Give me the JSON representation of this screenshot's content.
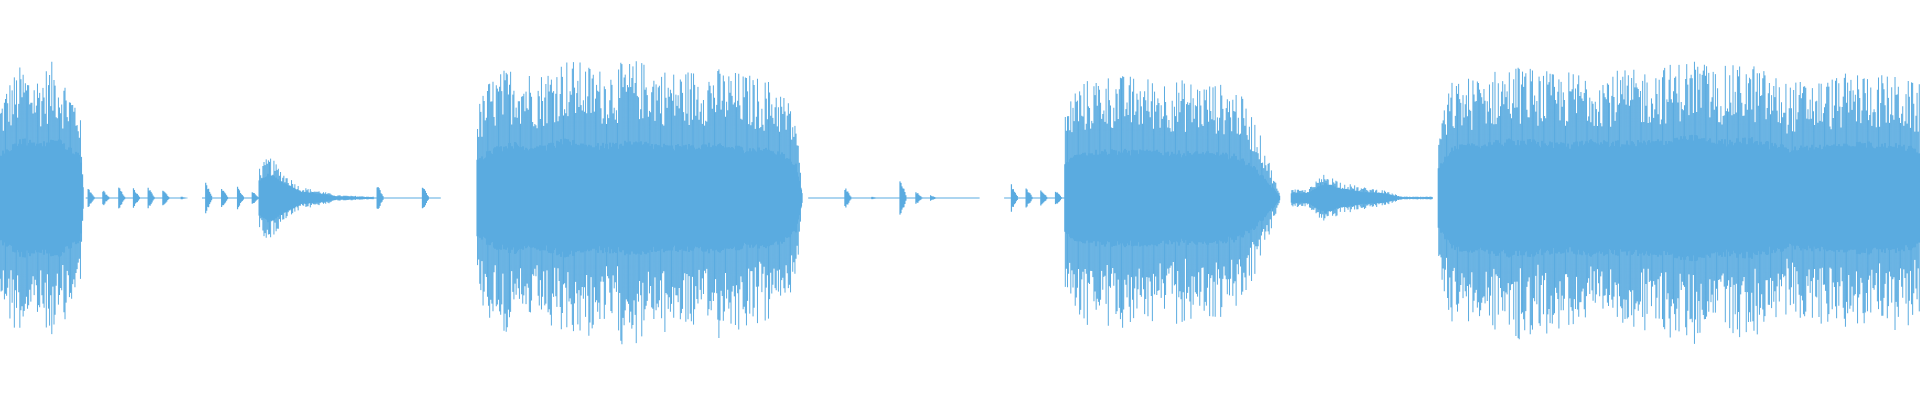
{
  "waveform": {
    "color": "#5aabe0",
    "background": "#ffffff",
    "amplitude_range": [
      -1,
      1
    ],
    "duration_units": 1568,
    "segments": [
      {
        "name": "burst-1",
        "start": 0,
        "end": 68,
        "env": [
          [
            0,
            0.7
          ],
          [
            6,
            0.82
          ],
          [
            18,
            0.95
          ],
          [
            30,
            0.88
          ],
          [
            45,
            0.98
          ],
          [
            58,
            0.78
          ],
          [
            65,
            0.7
          ],
          [
            68,
            0.08
          ]
        ],
        "core": 0.45
      },
      {
        "name": "clicks-1",
        "start": 70,
        "end": 150,
        "ticks": [
          [
            72,
            0.07
          ],
          [
            84,
            0.06
          ],
          [
            97,
            0.08
          ],
          [
            109,
            0.07
          ],
          [
            121,
            0.08
          ],
          [
            133,
            0.07
          ],
          [
            148,
            0.01
          ]
        ]
      },
      {
        "name": "clicks-2",
        "start": 165,
        "end": 232,
        "ticks": [
          [
            168,
            0.12
          ],
          [
            181,
            0.08
          ],
          [
            194,
            0.08
          ],
          [
            206,
            0.05
          ],
          [
            218,
            0.09
          ]
        ]
      },
      {
        "name": "blip-1",
        "start": 212,
        "end": 305,
        "env": [
          [
            212,
            0.22
          ],
          [
            220,
            0.3
          ],
          [
            230,
            0.2
          ],
          [
            245,
            0.08
          ],
          [
            262,
            0.05
          ],
          [
            275,
            0.02
          ],
          [
            305,
            0.01
          ]
        ],
        "core": 0.6
      },
      {
        "name": "clicks-3",
        "start": 305,
        "end": 360,
        "ticks": [
          [
            308,
            0.1
          ],
          [
            345,
            0.1
          ]
        ]
      },
      {
        "name": "burst-2",
        "start": 390,
        "end": 655,
        "env": [
          [
            390,
            0.65
          ],
          [
            400,
            0.85
          ],
          [
            420,
            0.95
          ],
          [
            440,
            0.88
          ],
          [
            460,
            1.0
          ],
          [
            490,
            0.92
          ],
          [
            520,
            0.98
          ],
          [
            550,
            0.9
          ],
          [
            580,
            0.93
          ],
          [
            610,
            0.88
          ],
          [
            635,
            0.82
          ],
          [
            650,
            0.6
          ],
          [
            655,
            0.05
          ]
        ],
        "core": 0.42
      },
      {
        "name": "clicks-4",
        "start": 660,
        "end": 800,
        "ticks": [
          [
            690,
            0.08
          ],
          [
            712,
            0.01
          ],
          [
            735,
            0.16
          ],
          [
            748,
            0.05
          ],
          [
            760,
            0.02
          ]
        ]
      },
      {
        "name": "clicks-5",
        "start": 820,
        "end": 870,
        "ticks": [
          [
            826,
            0.1
          ],
          [
            838,
            0.08
          ],
          [
            850,
            0.07
          ],
          [
            862,
            0.06
          ]
        ]
      },
      {
        "name": "burst-3",
        "start": 870,
        "end": 1045,
        "env": [
          [
            870,
            0.62
          ],
          [
            878,
            0.8
          ],
          [
            900,
            0.88
          ],
          [
            930,
            0.86
          ],
          [
            960,
            0.84
          ],
          [
            990,
            0.82
          ],
          [
            1010,
            0.78
          ],
          [
            1025,
            0.55
          ],
          [
            1035,
            0.3
          ],
          [
            1045,
            0.03
          ]
        ],
        "core": 0.4
      },
      {
        "name": "blip-2",
        "start": 1055,
        "end": 1170,
        "env": [
          [
            1068,
            0.06
          ],
          [
            1082,
            0.18
          ],
          [
            1094,
            0.12
          ],
          [
            1110,
            0.08
          ],
          [
            1128,
            0.06
          ],
          [
            1145,
            0.01
          ],
          [
            1170,
            0.01
          ]
        ],
        "core": 0.6
      },
      {
        "name": "burst-4",
        "start": 1175,
        "end": 1568,
        "env": [
          [
            1175,
            0.5
          ],
          [
            1185,
            0.82
          ],
          [
            1210,
            0.88
          ],
          [
            1240,
            0.95
          ],
          [
            1270,
            0.88
          ],
          [
            1300,
            0.92
          ],
          [
            1330,
            0.9
          ],
          [
            1360,
            0.94
          ],
          [
            1385,
            1.0
          ],
          [
            1400,
            0.92
          ],
          [
            1430,
            0.96
          ],
          [
            1460,
            0.82
          ],
          [
            1490,
            0.85
          ],
          [
            1520,
            0.9
          ],
          [
            1550,
            0.86
          ],
          [
            1568,
            0.8
          ]
        ],
        "core": 0.45
      }
    ]
  }
}
